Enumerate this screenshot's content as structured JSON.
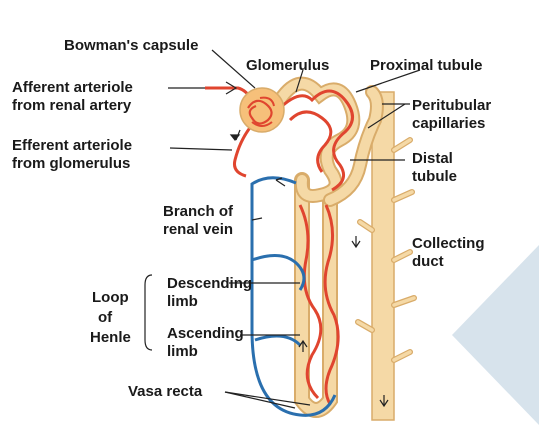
{
  "labels": {
    "bowmans_capsule": "Bowman's capsule",
    "glomerulus": "Glomerulus",
    "proximal_tubule": "Proximal tubule",
    "afferent_1": "Afferent arteriole",
    "afferent_2": "from renal artery",
    "peritubular_1": "Peritubular",
    "peritubular_2": "capillaries",
    "efferent_1": "Efferent arteriole",
    "efferent_2": "from glomerulus",
    "distal_1": "Distal",
    "distal_2": "tubule",
    "renal_vein_1": "Branch of",
    "renal_vein_2": "renal vein",
    "collecting_1": "Collecting",
    "collecting_2": "duct",
    "loop_1": "Loop",
    "loop_2": "of",
    "loop_3": "Henle",
    "descending_1": "Descending",
    "descending_2": "limb",
    "ascending_1": "Ascending",
    "ascending_2": "limb",
    "vasa_recta": "Vasa recta"
  },
  "colors": {
    "artery": "#e0452f",
    "vein": "#2a6fae",
    "tubule": "#f5d9a6",
    "tubule_edge": "#d9ac6a",
    "glomerulus": "#f6c07a",
    "arrow_shape": "#c9d9e6"
  },
  "icons": [
    "arrow-right-icon",
    "flow-arrow-icon"
  ]
}
